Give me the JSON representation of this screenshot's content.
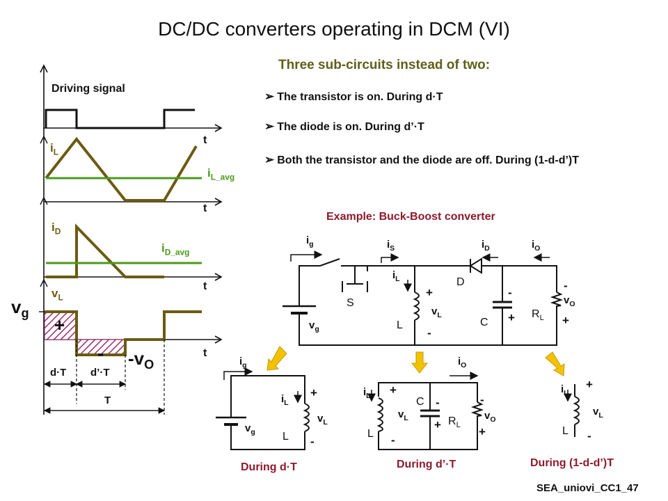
{
  "title": "DC/DC converters operating in DCM (VI)",
  "heading": "Three sub-circuits instead of two:",
  "bullets": [
    "The transistor is on. During d·T",
    "The diode is on. During d’·T",
    "Both the transistor and the diode are off. During (1-d-d’)T"
  ],
  "bullet_marker": "➢",
  "example_title": "Example: Buck-Boost converter",
  "waveforms": {
    "driving_signal_label": "Driving signal",
    "time_label": "t",
    "il_label": "i",
    "il_sub": "L",
    "il_avg_label": "i",
    "il_avg_sub": "L_avg",
    "id_label": "i",
    "id_sub": "D",
    "id_avg_label": "i",
    "id_avg_sub": "D_avg",
    "vl_label": "v",
    "vl_sub": "L",
    "vg_label": "v",
    "vg_sub": "g",
    "plus_area": "+",
    "minus_area": "-",
    "neg_vo_label": "-v",
    "neg_vo_sub": "O",
    "dT": "d·T",
    "dpT": "d’·T",
    "T": "T"
  },
  "circuit": {
    "ig": "i",
    "ig_sub": "g",
    "is": "i",
    "is_sub": "S",
    "id": "i",
    "id_sub": "D",
    "io": "i",
    "io_sub": "O",
    "il": "i",
    "il_sub": "L",
    "vg": "v",
    "vg_sub": "g",
    "vl": "v",
    "vl_sub": "L",
    "vo": "v",
    "vo_sub": "O",
    "switch": "S",
    "inductor": "L",
    "diode": "D",
    "capacitor": "C",
    "resistor": "R",
    "resistor_sub": "L",
    "plus": "+",
    "minus": "-"
  },
  "durations": {
    "first": "During d·T",
    "second": "During d’·T",
    "third": "During (1-d-d’)T"
  },
  "footer": "SEA_uniovi_CC1_47",
  "colors": {
    "waveform": "#6b5a12",
    "average": "#4a9a1a",
    "hatch": "#9b2d6e",
    "heading": "#5f5f1a",
    "caption": "#8c1a2c",
    "arrow": "#f2c200"
  }
}
